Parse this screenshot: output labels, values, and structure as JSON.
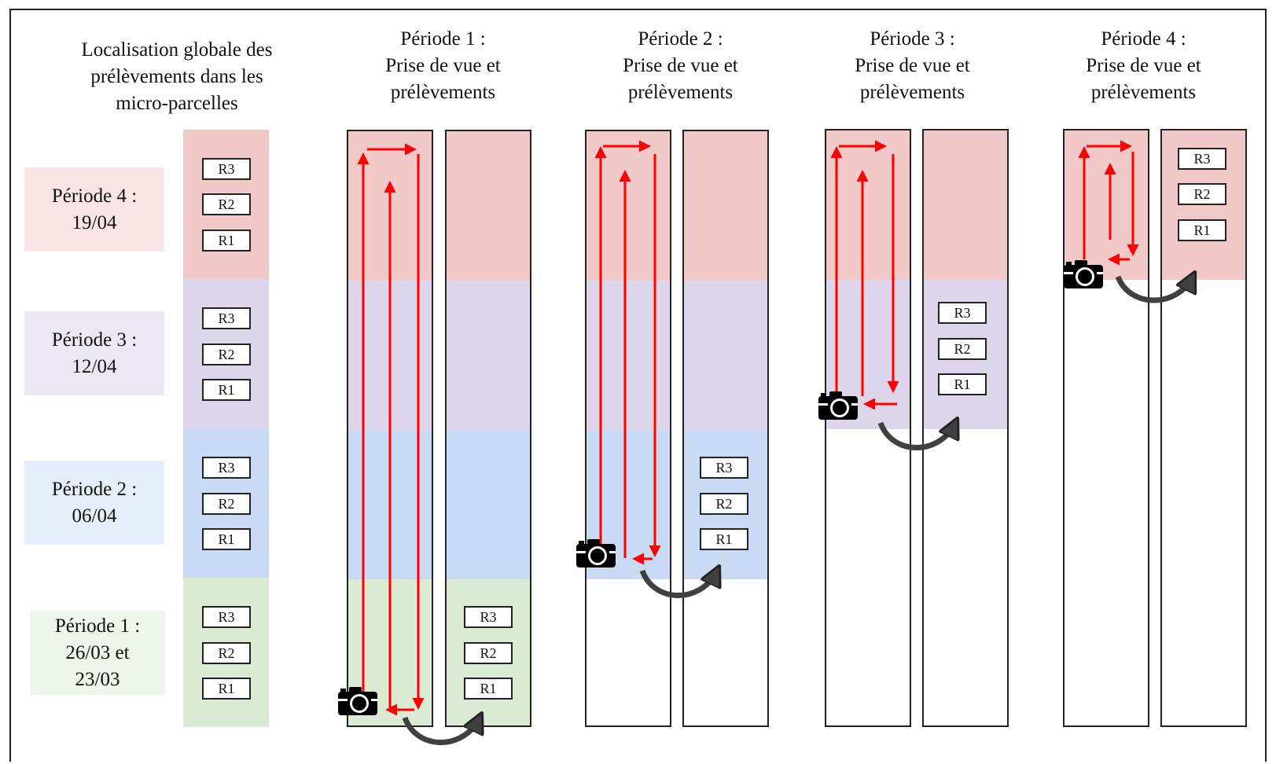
{
  "header": {
    "legend_title": [
      "Localisation globale des",
      "prélèvements dans les",
      "micro-parcelles"
    ],
    "columns": [
      {
        "period": "Période 1 :",
        "line2": "Prise de vue et",
        "line3": "prélèvements"
      },
      {
        "period": "Période 2 :",
        "line2": "Prise de vue et",
        "line3": "prélèvements"
      },
      {
        "period": "Période 3 :",
        "line2": "Prise de vue et",
        "line3": "prélèvements"
      },
      {
        "period": "Période 4 :",
        "line2": "Prise de vue et",
        "line3": "prélèvements"
      }
    ]
  },
  "periods": [
    {
      "line1": "Période 4 :",
      "line2": "19/04",
      "line3": ""
    },
    {
      "line1": "Période 3 :",
      "line2": "12/04",
      "line3": ""
    },
    {
      "line1": "Période 2 :",
      "line2": "06/04",
      "line3": ""
    },
    {
      "line1": "Période 1 :",
      "line2": "26/03 et",
      "line3": "23/03"
    }
  ],
  "replicates": [
    "R3",
    "R2",
    "R1"
  ],
  "colors": {
    "period4_band": "#f2c9c9",
    "period3_band": "#ddd6ea",
    "period2_band": "#c9daf5",
    "period1_band": "#dbead3",
    "period4_label": "#f8e4e4",
    "period3_label": "#ece8f3",
    "period2_label": "#e6eefb",
    "period1_label": "#eef5ea",
    "path_arrow": "#ff0000",
    "transfer_arrow": "#404040"
  },
  "icons": {
    "camera": "camera-icon",
    "transfer": "curved-arrow-icon"
  }
}
